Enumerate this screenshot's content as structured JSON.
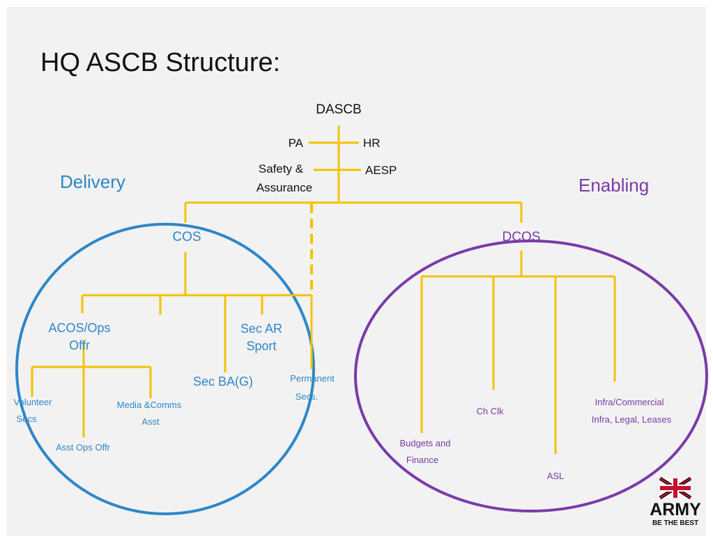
{
  "title": "HQ ASCB Structure:",
  "top": {
    "dascb": "DASCB",
    "pa": "PA",
    "hr": "HR",
    "safety_line1": "Safety &",
    "safety_line2": "Assurance",
    "aesp": "AESP"
  },
  "delivery": {
    "heading": "Delivery",
    "cos": "COS",
    "acos_line1": "ACOS/Ops",
    "acos_line2": "Offr",
    "sec_ar_line1": "Sec AR",
    "sec_ar_line2": "Sport",
    "sec_ba": "Sec BA(G)",
    "permanent_line1": "Permanent",
    "permanent_line2": "Secs.",
    "volunteer_line1": "Volunteer",
    "volunteer_line2": "Secs",
    "media_line1": "Media &Comms",
    "media_line2": "Asst",
    "asst_ops": "Asst Ops Offr"
  },
  "enabling": {
    "heading": "Enabling",
    "dcos": "DCOS",
    "budgets_line1": "Budgets and",
    "budgets_line2": "Finance",
    "ch_clk": "Ch Clk",
    "asl": "ASL",
    "infra_line1": "Infra/Commercial",
    "infra_line2": "Infra, Legal,  Leases"
  },
  "logo": {
    "word": "ARMY",
    "tagline": "BE THE BEST"
  },
  "colors": {
    "background": "#f2f2f2",
    "delivery": "#2e86c8",
    "enabling": "#7a3aa8",
    "connector": "#f2c200"
  }
}
